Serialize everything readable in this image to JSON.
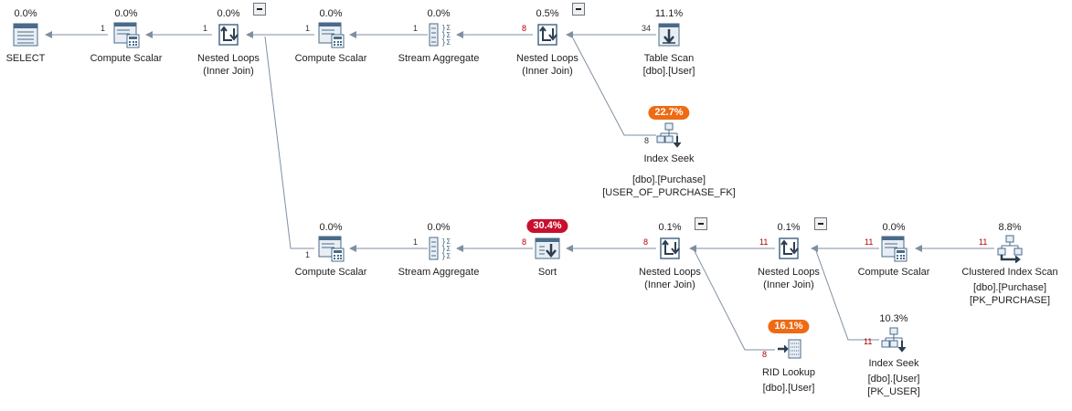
{
  "nodes": {
    "select": {
      "cost": "0.0%",
      "label": "SELECT",
      "sub1": "",
      "sub2": ""
    },
    "cs1": {
      "cost": "0.0%",
      "label": "Compute Scalar",
      "sub1": "",
      "sub2": ""
    },
    "nl1": {
      "cost": "0.0%",
      "label": "Nested Loops",
      "sub1": "(Inner Join)",
      "sub2": ""
    },
    "cs2": {
      "cost": "0.0%",
      "label": "Compute Scalar",
      "sub1": "",
      "sub2": ""
    },
    "sa1": {
      "cost": "0.0%",
      "label": "Stream Aggregate",
      "sub1": "",
      "sub2": ""
    },
    "nl2": {
      "cost": "0.5%",
      "label": "Nested Loops",
      "sub1": "(Inner Join)",
      "sub2": ""
    },
    "ts": {
      "cost": "11.1%",
      "label": "Table Scan",
      "sub1": "[dbo].[User]",
      "sub2": ""
    },
    "is1": {
      "cost": "22.7%",
      "label": "Index Seek",
      "sub1": "[dbo].[Purchase]",
      "sub2": "[USER_OF_PURCHASE_FK]"
    },
    "cs3": {
      "cost": "0.0%",
      "label": "Compute Scalar",
      "sub1": "",
      "sub2": ""
    },
    "sa2": {
      "cost": "0.0%",
      "label": "Stream Aggregate",
      "sub1": "",
      "sub2": ""
    },
    "sort": {
      "cost": "30.4%",
      "label": "Sort",
      "sub1": "",
      "sub2": ""
    },
    "nl3": {
      "cost": "0.1%",
      "label": "Nested Loops",
      "sub1": "(Inner Join)",
      "sub2": ""
    },
    "nl4": {
      "cost": "0.1%",
      "label": "Nested Loops",
      "sub1": "(Inner Join)",
      "sub2": ""
    },
    "cs4": {
      "cost": "0.0%",
      "label": "Compute Scalar",
      "sub1": "",
      "sub2": ""
    },
    "cis": {
      "cost": "8.8%",
      "label": "Clustered Index Scan",
      "sub1": "[dbo].[Purchase]",
      "sub2": "[PK_PURCHASE]"
    },
    "rid": {
      "cost": "16.1%",
      "label": "RID Lookup",
      "sub1": "[dbo].[User]",
      "sub2": ""
    },
    "is2": {
      "cost": "10.3%",
      "label": "Index Seek",
      "sub1": "[dbo].[User]",
      "sub2": "[PK_USER]"
    }
  },
  "rows": {
    "r_cs1": "1",
    "r_nl1": "1",
    "r_cs2": "1",
    "r_sa1": "1",
    "r_nl2": "8",
    "r_ts": "34",
    "r_is1": "8",
    "r_cs3": "1",
    "r_sa2": "1",
    "r_sort": "8",
    "r_nl3": "8",
    "r_nl4": "11",
    "r_cs4": "11",
    "r_cis": "11",
    "r_rid": "8",
    "r_is2": "11"
  },
  "colors": {
    "high_cost": "#c8102e",
    "medium_cost": "#ee6b14",
    "wire": "#7f8fa0",
    "icon": "#4a6b8a"
  }
}
